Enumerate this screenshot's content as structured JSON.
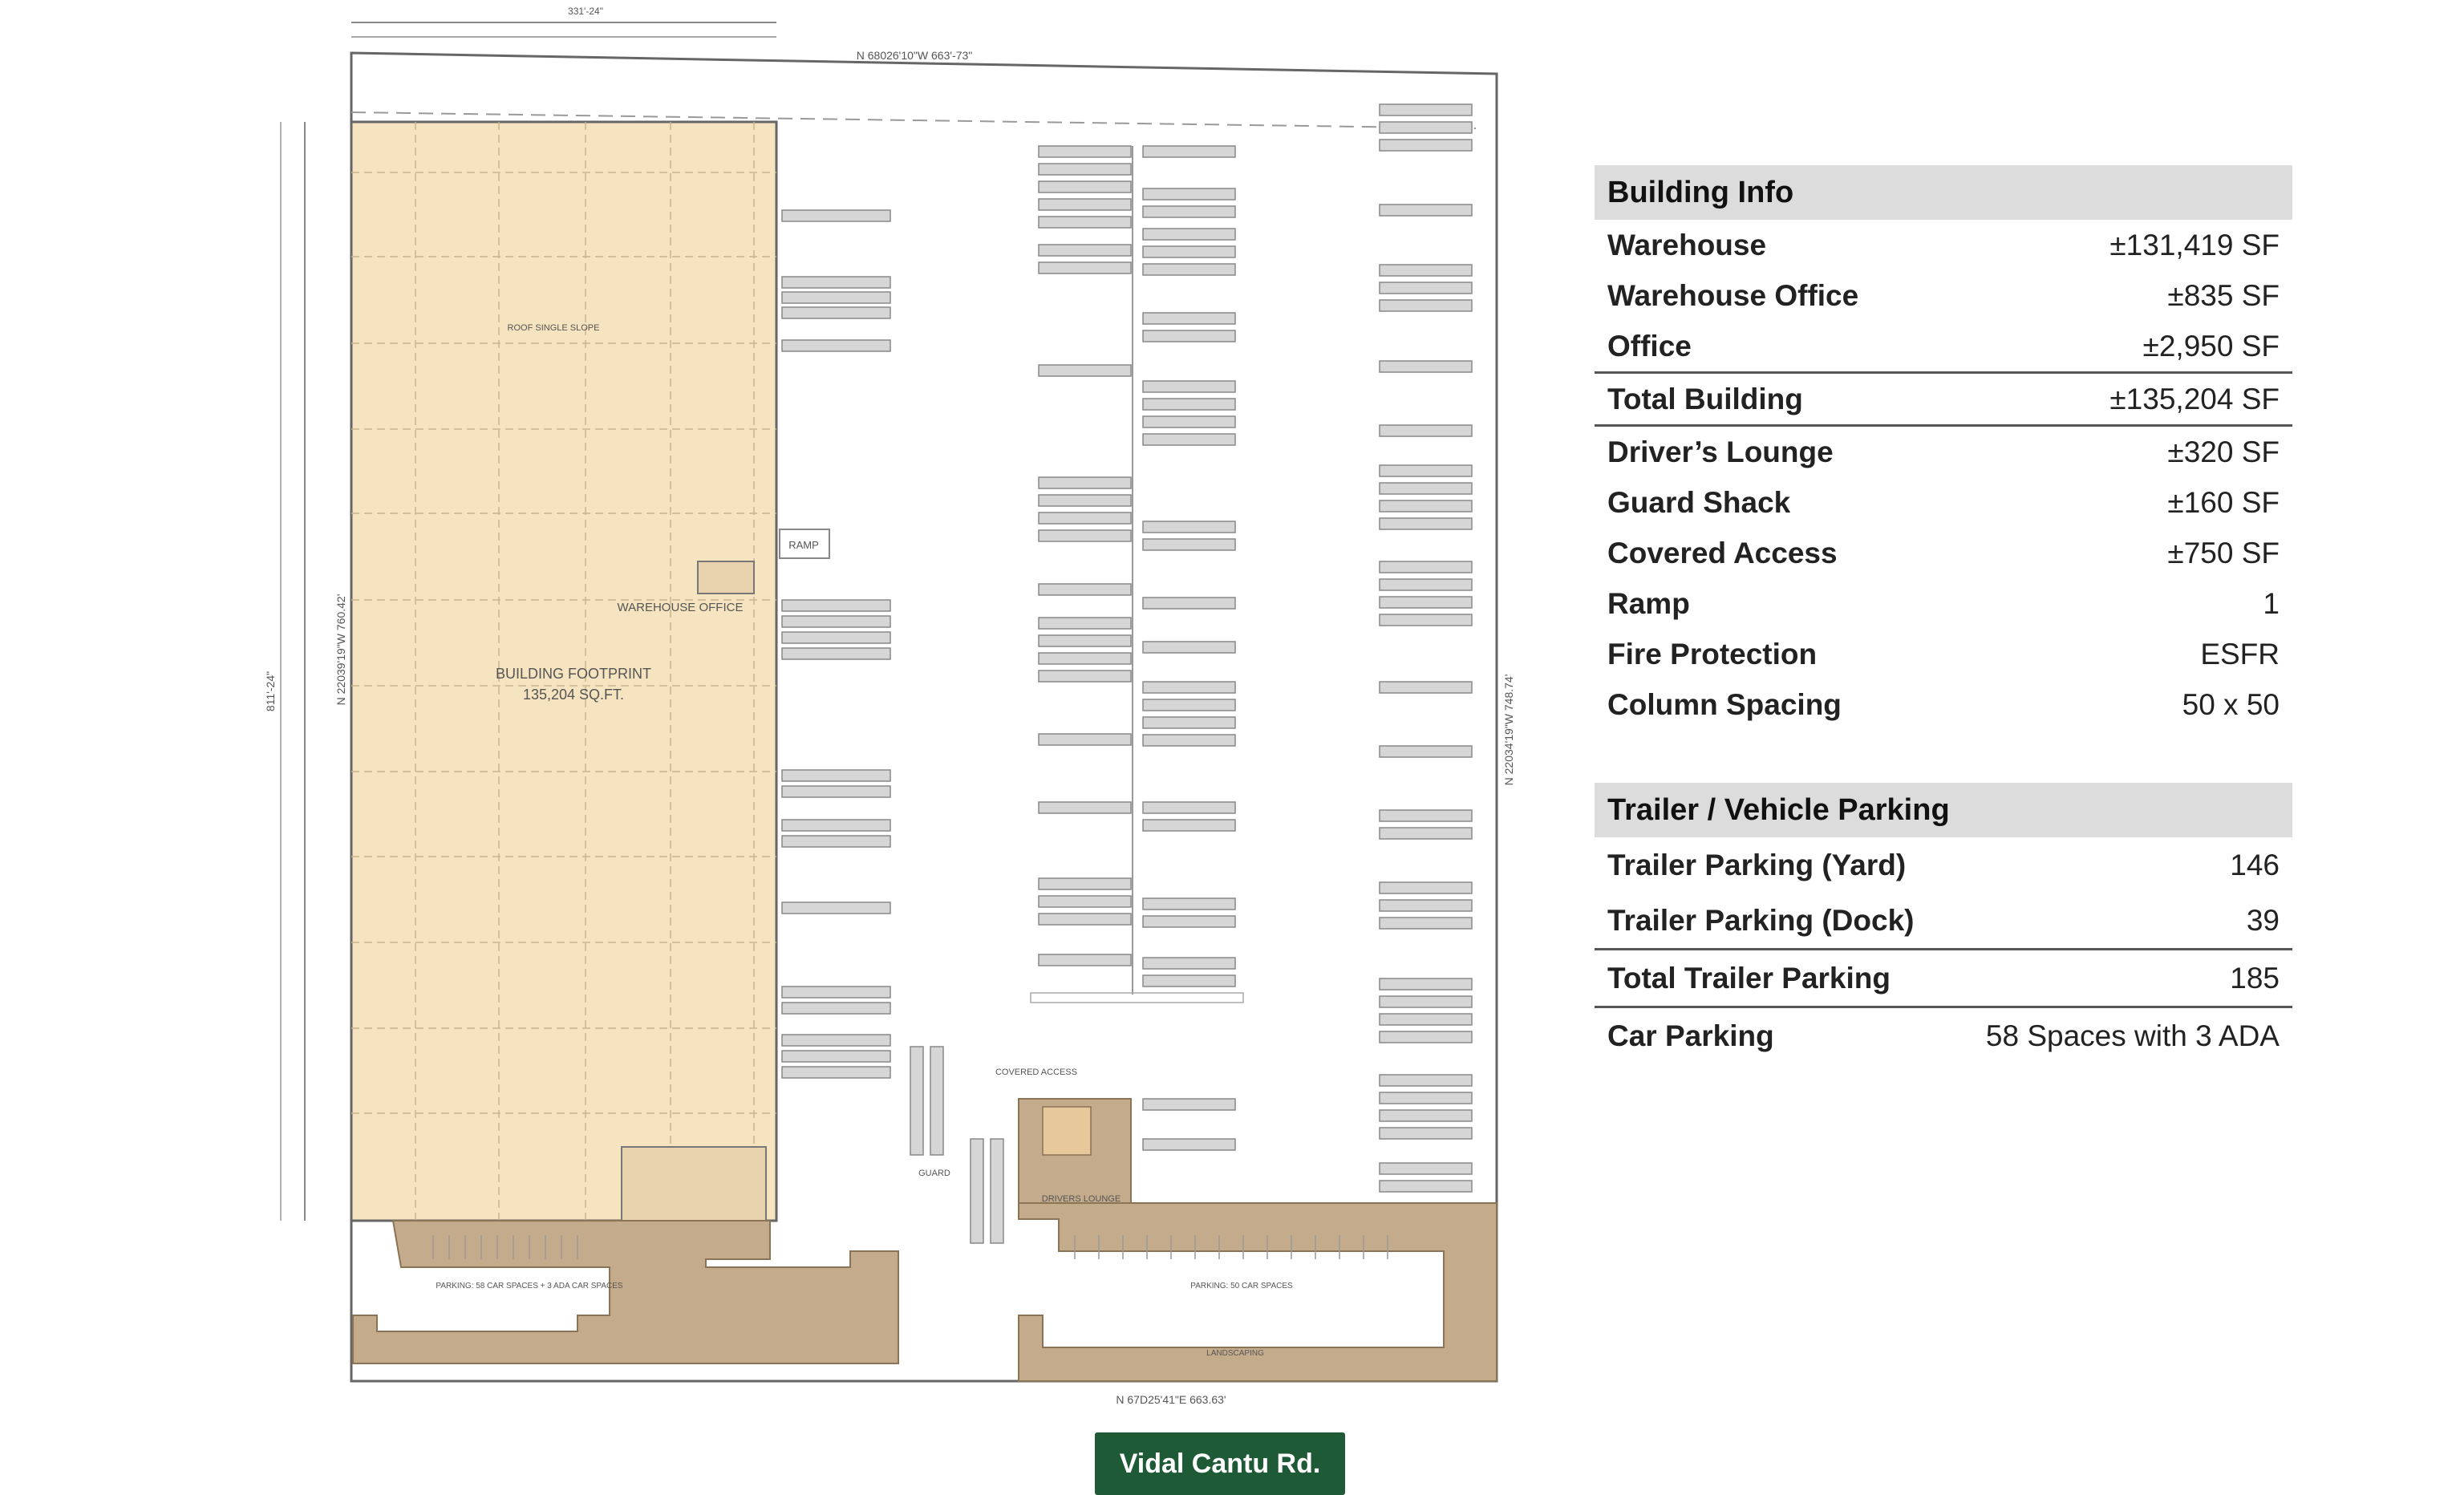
{
  "site_plan": {
    "footprint_label": "BUILDING FOOTPRINT",
    "footprint_area": "135,204 SQ.FT.",
    "warehouse_office_label": "WAREHOUSE OFFICE",
    "ramp_label": "RAMP",
    "roof_label": "ROOF SINGLE SLOPE",
    "guard_label": "GUARD",
    "drivers_lounge_label": "DRIVERS LOUNGE",
    "covered_access_label": "COVERED ACCESS",
    "top_dimension": "331'-24\"",
    "north_bearing_top": "N 68026'10\"W 663'-73\"",
    "south_bearing_bottom": "N 67D25'41\"E 663.63'",
    "west_bearing": "N 22039'19\"W 760.42'",
    "east_bearing": "N 22034'19\"W 748.74'",
    "left_dimension": "811'-24\"",
    "parking_left_label": "PARKING: 58 CAR SPACES + 3 ADA CAR SPACES",
    "parking_right_label": "PARKING: 50 CAR SPACES",
    "landscaping_label": "LANDSCAPING"
  },
  "road_label": "Vidal Cantu Rd.",
  "building_info": {
    "title": "Building Info",
    "rows": [
      {
        "label": "Warehouse",
        "value": "±131,419 SF"
      },
      {
        "label": "Warehouse Office",
        "value": "±835 SF"
      },
      {
        "label": "Office",
        "value": "±2,950 SF"
      },
      {
        "label": "Total Building",
        "value": "±135,204 SF"
      },
      {
        "label": "Driver’s Lounge",
        "value": "±320 SF"
      },
      {
        "label": "Guard Shack",
        "value": "±160 SF"
      },
      {
        "label": "Covered Access",
        "value": "±750 SF"
      },
      {
        "label": "Ramp",
        "value": "1"
      },
      {
        "label": "Fire Protection",
        "value": "ESFR"
      },
      {
        "label": "Column Spacing",
        "value": "50 x 50"
      }
    ]
  },
  "parking_info": {
    "title": "Trailer / Vehicle Parking",
    "rows": [
      {
        "label": "Trailer Parking (Yard)",
        "value": "146"
      },
      {
        "label": "Trailer Parking (Dock)",
        "value": "39"
      },
      {
        "label": "Total Trailer Parking",
        "value": "185"
      },
      {
        "label": "Car Parking",
        "value": "58 Spaces with 3 ADA"
      }
    ]
  },
  "colors": {
    "building_fill": "#f6e3c0",
    "landscape_fill": "#c4ab8c",
    "road_label_bg": "#1f5a36",
    "panel_header_bg": "#dcdcdc"
  }
}
